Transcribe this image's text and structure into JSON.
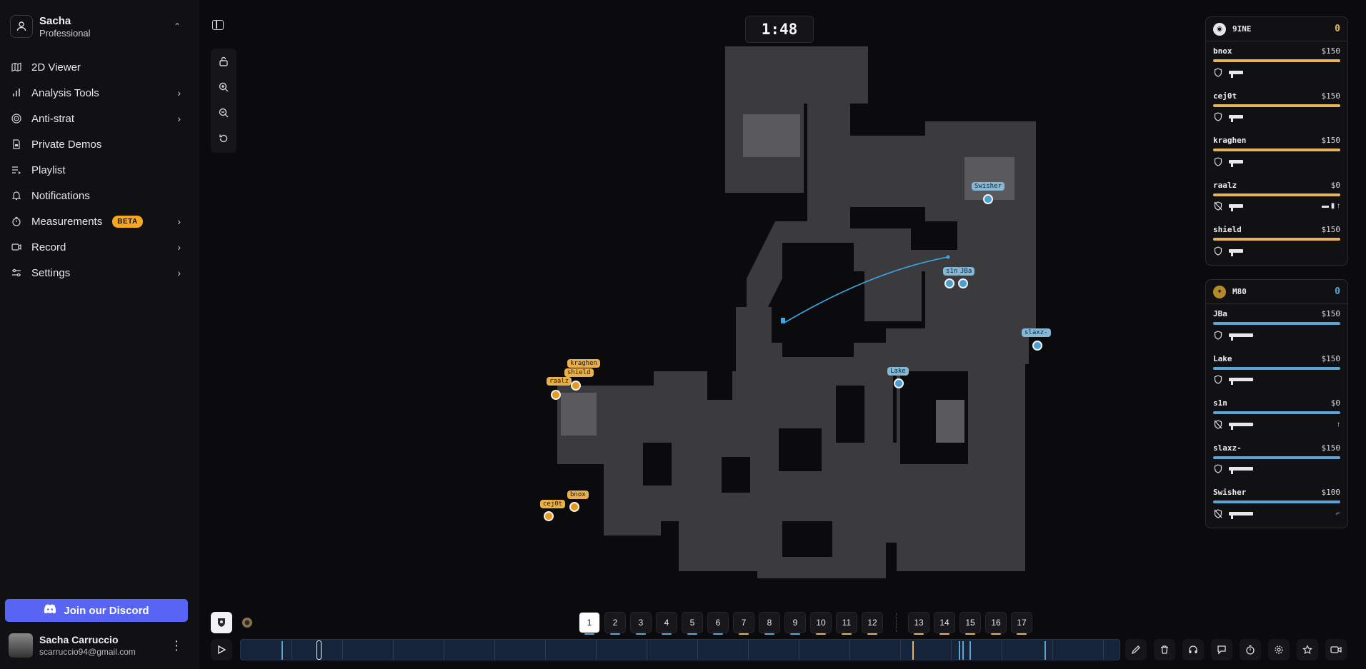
{
  "user": {
    "name": "Sacha",
    "plan": "Professional"
  },
  "nav": [
    {
      "label": "2D Viewer",
      "icon": "map-icon",
      "arrow": false
    },
    {
      "label": "Analysis Tools",
      "icon": "bar-chart-icon",
      "arrow": true
    },
    {
      "label": "Anti-strat",
      "icon": "target-icon",
      "arrow": true
    },
    {
      "label": "Private Demos",
      "icon": "document-lock-icon",
      "arrow": false
    },
    {
      "label": "Playlist",
      "icon": "playlist-icon",
      "arrow": false
    },
    {
      "label": "Notifications",
      "icon": "bell-icon",
      "arrow": false
    },
    {
      "label": "Measurements",
      "icon": "stopwatch-icon",
      "arrow": true,
      "badge": "BETA"
    },
    {
      "label": "Record",
      "icon": "video-icon",
      "arrow": true
    },
    {
      "label": "Settings",
      "icon": "sliders-icon",
      "arrow": true
    }
  ],
  "discord_label": "Join our Discord",
  "account": {
    "name": "Sacha Carruccio",
    "email": "scarruccio94@gmail.com"
  },
  "timer": "1:48",
  "teams": [
    {
      "name": "9INE",
      "score": "0",
      "color": "#e5b35a",
      "players": [
        {
          "name": "bnox",
          "money": "$150",
          "hp_fraction": 1.0,
          "armor": "shield-icon",
          "weapon_len": 20,
          "utility": ""
        },
        {
          "name": "cej0t",
          "money": "$150",
          "hp_fraction": 1.0,
          "armor": "shield-icon",
          "weapon_len": 20,
          "utility": ""
        },
        {
          "name": "kraghen",
          "money": "$150",
          "hp_fraction": 1.0,
          "armor": "shield-icon",
          "weapon_len": 20,
          "utility": ""
        },
        {
          "name": "raalz",
          "money": "$0",
          "hp_fraction": 1.0,
          "armor": "no-armor-icon",
          "weapon_len": 20,
          "utility": "▬ ▮ ↑"
        },
        {
          "name": "shield",
          "money": "$150",
          "hp_fraction": 1.0,
          "armor": "shield-icon",
          "weapon_len": 20,
          "utility": ""
        }
      ]
    },
    {
      "name": "M80",
      "score": "0",
      "color": "#5aa6d6",
      "players": [
        {
          "name": "JBa",
          "money": "$150",
          "hp_fraction": 1.0,
          "armor": "shield-icon",
          "weapon_len": 34,
          "utility": ""
        },
        {
          "name": "Lake",
          "money": "$150",
          "hp_fraction": 1.0,
          "armor": "shield-icon",
          "weapon_len": 34,
          "utility": ""
        },
        {
          "name": "s1n",
          "money": "$0",
          "hp_fraction": 1.0,
          "armor": "no-armor-icon",
          "weapon_len": 34,
          "utility": "↑"
        },
        {
          "name": "slaxz-",
          "money": "$150",
          "hp_fraction": 1.0,
          "armor": "shield-icon",
          "weapon_len": 34,
          "utility": ""
        },
        {
          "name": "Swisher",
          "money": "$100",
          "hp_fraction": 1.0,
          "armor": "no-armor-icon",
          "weapon_len": 34,
          "utility": "⌐"
        }
      ]
    }
  ],
  "map_players": [
    {
      "name": "kraghen",
      "side": "t"
    },
    {
      "name": "shield",
      "side": "t"
    },
    {
      "name": "raalz",
      "side": "t"
    },
    {
      "name": "bnox",
      "side": "t"
    },
    {
      "name": "cej0t",
      "side": "t"
    },
    {
      "name": "Swisher",
      "side": "ct"
    },
    {
      "name": "s1n",
      "side": "ct"
    },
    {
      "name": "JBa",
      "side": "ct"
    },
    {
      "name": "slaxz-",
      "side": "ct"
    },
    {
      "name": "Lake",
      "side": "ct"
    }
  ],
  "rounds": [
    {
      "n": "1",
      "color": "#5aa6d6",
      "active": true
    },
    {
      "n": "2",
      "color": "#5aa6d6"
    },
    {
      "n": "3",
      "color": "#5aa6d6"
    },
    {
      "n": "4",
      "color": "#5aa6d6"
    },
    {
      "n": "5",
      "color": "#5aa6d6"
    },
    {
      "n": "6",
      "color": "#5aa6d6"
    },
    {
      "n": "7",
      "color": "#e5b35a"
    },
    {
      "n": "8",
      "color": "#5aa6d6"
    },
    {
      "n": "9",
      "color": "#5aa6d6"
    },
    {
      "n": "10",
      "color": "#e5b35a"
    },
    {
      "n": "11",
      "color": "#e5b35a"
    },
    {
      "n": "12",
      "color": "#e5b35a"
    },
    {
      "n": "13",
      "color": "#e5b35a"
    },
    {
      "n": "14",
      "color": "#e5b35a"
    },
    {
      "n": "15",
      "color": "#e5b35a"
    },
    {
      "n": "16",
      "color": "#e5b35a"
    },
    {
      "n": "17",
      "color": "#e5b35a"
    }
  ],
  "toolbar_icons": [
    "pencil-icon",
    "trash-icon",
    "headphones-icon",
    "chat-icon",
    "stopwatch-icon",
    "gear-icon",
    "star-icon",
    "camera-icon"
  ]
}
